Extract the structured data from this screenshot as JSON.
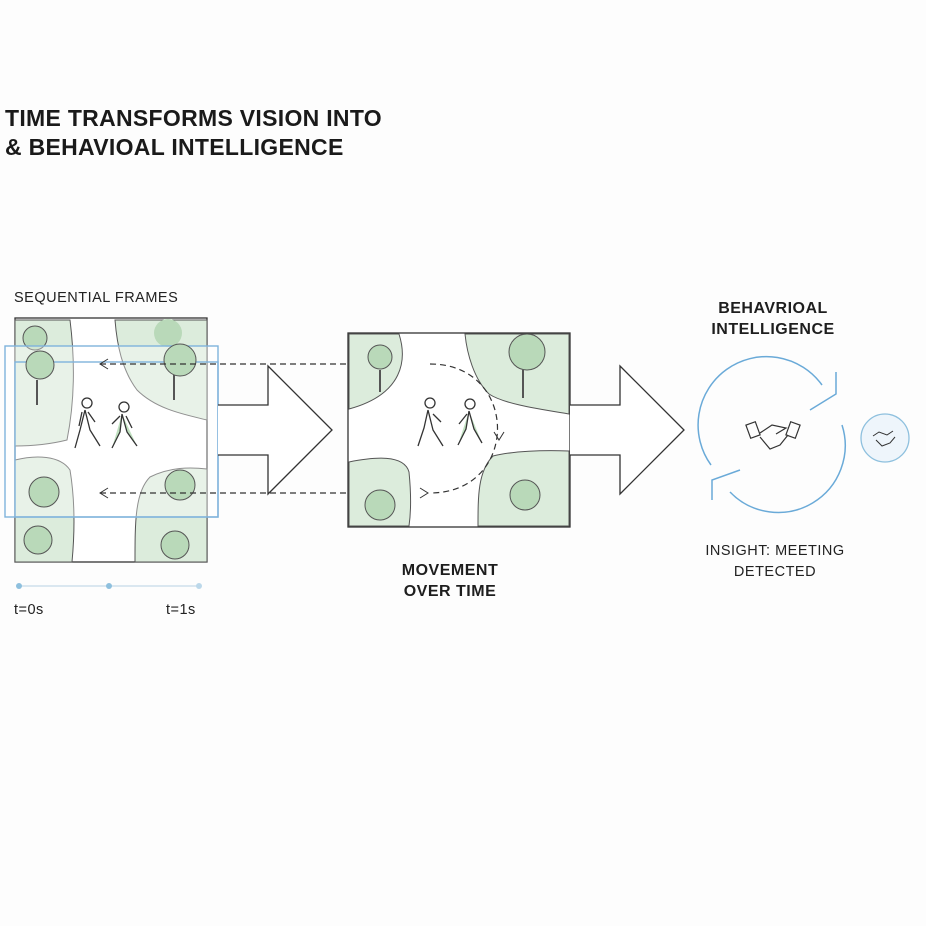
{
  "title": {
    "line1": "TIME TRANSFORMS VISION INTO",
    "line2": "& BEHAVIOAL INTELLIGENCE"
  },
  "frames": {
    "label": "SEQUENTIAL FRAMES",
    "t_start": "t=0s",
    "t_end": "t=1s"
  },
  "movement": {
    "line1": "MOVEMENT",
    "line2": "OVER TIME"
  },
  "intelligence": {
    "line1": "BEHAVRIOAL",
    "line2": "INTELLIGENCE",
    "icon": "handshake-icon"
  },
  "insight": {
    "line1": "INSIGHT: MEETING",
    "line2": "DETECTED"
  },
  "colors": {
    "accent": "#6aaad8",
    "green": "#d6ebd6",
    "tree": "#bcdcbc",
    "ink": "#2a2a2a"
  }
}
